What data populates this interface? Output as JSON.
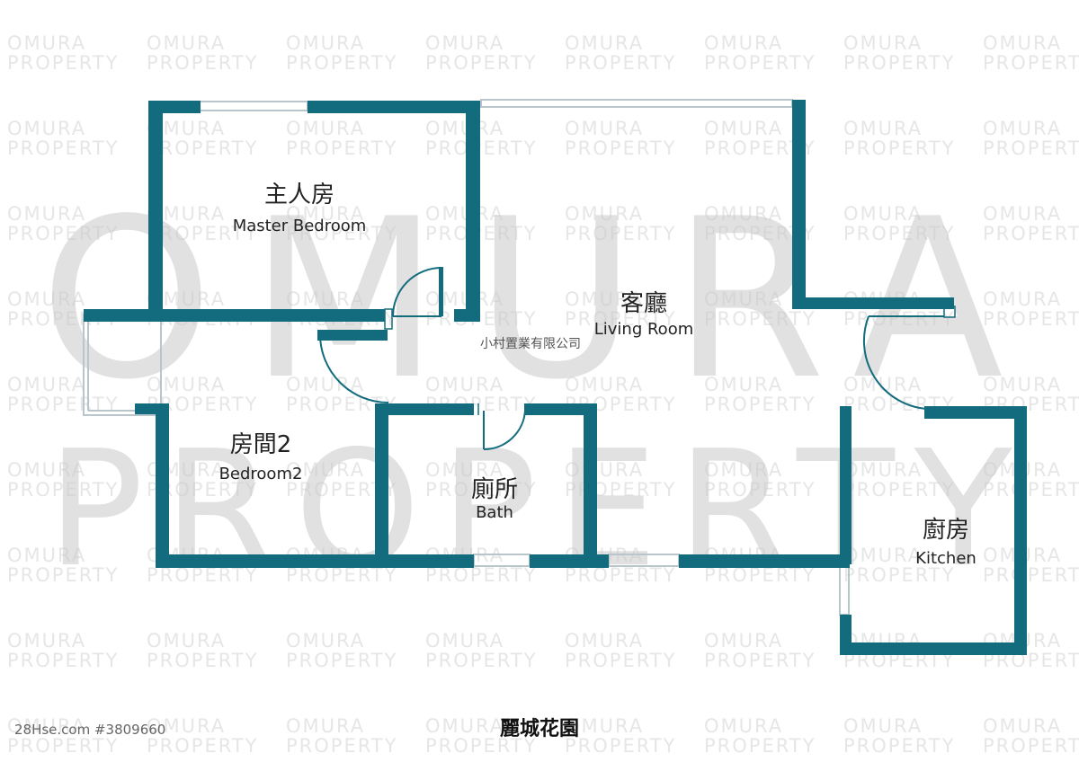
{
  "watermark": {
    "tile_line1": "OMURA",
    "tile_line2": "PROPERTY",
    "big_line1": "OMURA",
    "big_line2": "PROPERTY"
  },
  "rooms": [
    {
      "id": "master-bedroom",
      "zh": "主人房",
      "en": "Master Bedroom"
    },
    {
      "id": "living-room",
      "zh": "客廳",
      "en": "Living Room"
    },
    {
      "id": "bedroom2",
      "zh": "房間2",
      "en": "Bedroom2"
    },
    {
      "id": "bath",
      "zh": "廁所",
      "en": "Bath"
    },
    {
      "id": "kitchen",
      "zh": "廚房",
      "en": "Kitchen"
    }
  ],
  "agency_name": "小村置業有限公司",
  "estate_name": "麗城花園",
  "listing_ref": "28Hse.com #3809660",
  "colors": {
    "wall": "#136c7e",
    "window": "#b8c6cc",
    "door": "#136c7e",
    "background": "#ffffff"
  }
}
